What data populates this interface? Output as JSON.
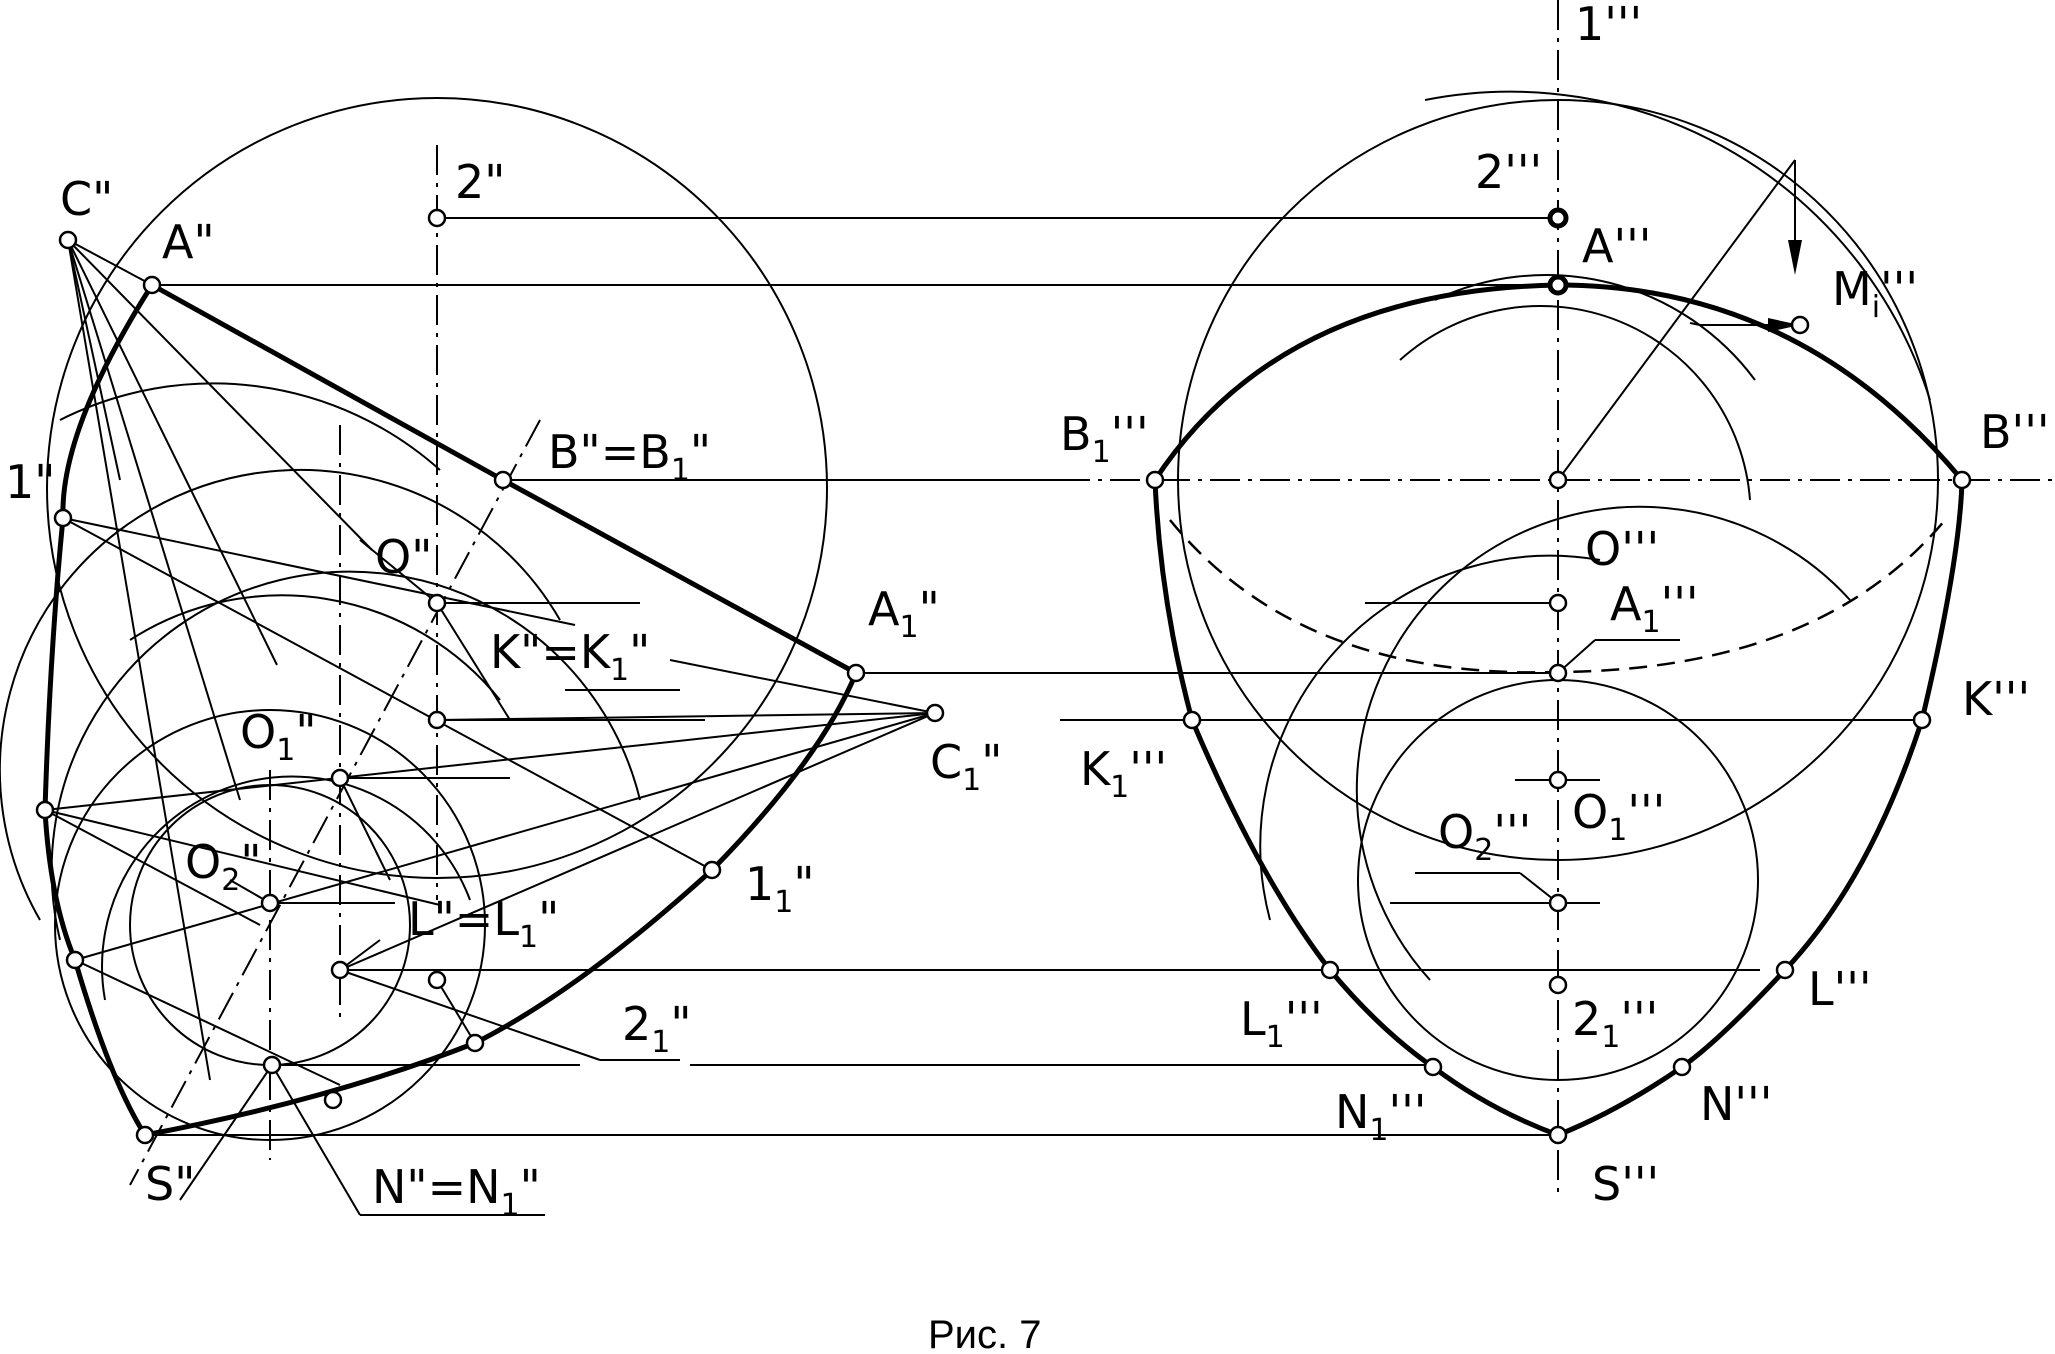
{
  "labels": {
    "C2": "C\"",
    "A2": "A\"",
    "two2": "2\"",
    "one2": "1\"",
    "BB1": "B\"=B",
    "BB1_sub": "1",
    "BB1_tail": "\"",
    "O2": "O\"",
    "KK1": "K\"=K",
    "KK1_sub": "1",
    "KK1_tail": "\"",
    "A1_2": "A",
    "A1_2_sub": "1",
    "A1_2_tail": "\"",
    "C1_2": "C",
    "C1_2_sub": "1",
    "C1_2_tail": "\"",
    "O1_2": "O",
    "O1_2_sub": "1",
    "O1_2_tail": "\"",
    "O2_2": "O",
    "O2_2_sub": "2",
    "O2_2_tail": "\"",
    "LL1": "L\"=L",
    "LL1_sub": "1",
    "LL1_tail": "\"",
    "one1_2": "1",
    "one1_2_sub": "1",
    "one1_2_tail": "\"",
    "two1_2": "2",
    "two1_2_sub": "1",
    "two1_2_tail": "\"",
    "S2": "S\"",
    "NN1": "N\"=N",
    "NN1_sub": "1",
    "NN1_tail": "\"",
    "one3": "1'''",
    "two3": "2'''",
    "A3": "A'''",
    "M3": "M",
    "M3_sub": "i",
    "M3_tail": "'''",
    "B1_3": "B",
    "B1_3_sub": "1",
    "B1_3_tail": "'''",
    "B3": "B'''",
    "O3": "O'''",
    "A1_3": "A",
    "A1_3_sub": "1",
    "A1_3_tail": "'''",
    "K3": "K'''",
    "K1_3": "K",
    "K1_3_sub": "1",
    "K1_3_tail": "'''",
    "O2_3": "O",
    "O2_3_sub": "2",
    "O2_3_tail": "'''",
    "O1_3": "O",
    "O1_3_sub": "1",
    "O1_3_tail": "'''",
    "L1_3": "L",
    "L1_3_sub": "1",
    "L1_3_tail": "'''",
    "two1_3": "2",
    "two1_3_sub": "1",
    "two1_3_tail": "'''",
    "L3": "L'''",
    "N1_3": "N",
    "N1_3_sub": "1",
    "N1_3_tail": "'''",
    "N3": "N'''",
    "S3": "S'''"
  },
  "caption": "Рис. 7"
}
